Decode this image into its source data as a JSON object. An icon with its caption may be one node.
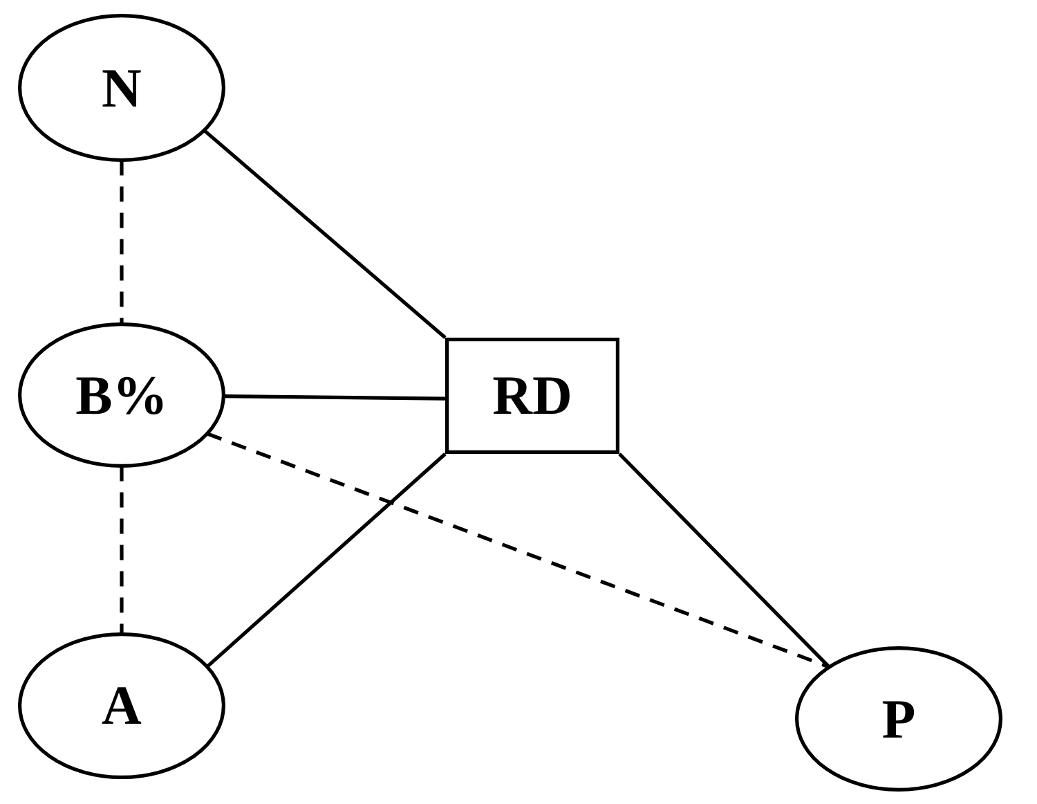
{
  "diagram": {
    "nodes": [
      {
        "text": [
          "N"
        ]
      },
      {
        "text": [
          "B%"
        ]
      },
      {
        "text": [
          "RD"
        ]
      },
      {
        "text": [
          "A"
        ]
      },
      {
        "text": [
          "P"
        ]
      }
    ],
    "edges": [
      {
        "from": 0,
        "to": 1,
        "arrow": "none",
        "style": "dashed"
      },
      {
        "from": 0,
        "to": 2,
        "arrow": "none"
      },
      {
        "from": 1,
        "to": 2,
        "arrow": "none"
      },
      {
        "from": 1,
        "to": 3,
        "arrow": "none",
        "style": "dashed"
      },
      {
        "from": 1,
        "to": 4,
        "arrow": "none",
        "style": "dashed"
      },
      {
        "from": 3,
        "to": 2,
        "arrow": "none"
      },
      {
        "from": 2,
        "to": 4,
        "arrow": "none"
      }
    ]
  }
}
